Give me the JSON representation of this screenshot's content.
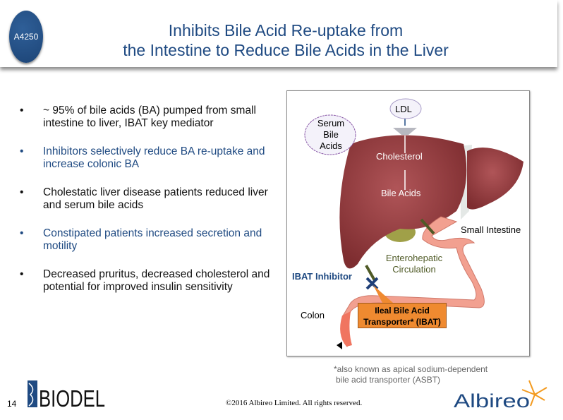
{
  "header": {
    "badge": "A4250",
    "title_line1": "Inhibits Bile Acid Re-uptake from",
    "title_line2": "the Intestine to Reduce Bile Acids in the Liver"
  },
  "bullets": [
    {
      "text": "~ 95% of bile acids (BA) pumped from small intestine to liver, IBAT key mediator",
      "color": "#111111"
    },
    {
      "text": "Inhibitors selectively reduce BA re-uptake and increase colonic BA",
      "color": "#1f4a82"
    },
    {
      "text": "Cholestatic liver disease patients reduced liver and serum bile acids",
      "color": "#111111"
    },
    {
      "text": "Constipated patients increased secretion and motility",
      "color": "#1f4a82"
    },
    {
      "text": "Decreased pruritus, decreased cholesterol and potential for improved insulin sensitivity",
      "color": "#111111"
    }
  ],
  "diagram": {
    "ldl": "LDL",
    "serum1": "Serum",
    "serum2": "Bile",
    "serum3": "Acids",
    "cholesterol": "Cholesterol",
    "bile_acids": "Bile Acids",
    "small_intestine": "Small Intestine",
    "entero1": "Enterohepatic",
    "entero2": "Circulation",
    "ibat_inhibitor": "IBAT Inhibitor",
    "colon": "Colon",
    "ibat1": "Ileal Bile Acid",
    "ibat2": "Transporter* (IBAT)"
  },
  "footnote": {
    "line1": "*also known as apical sodium-dependent",
    "line2": "bile acid transporter (ASBT)"
  },
  "footer": {
    "page": "14",
    "biodel_logo": "BIODEL",
    "copyright": "©2016 Albireo Limited.  All rights reserved.",
    "albireo_logo": "Albireo"
  },
  "colors": {
    "title": "#1f4a82",
    "liver": "#9c3f40",
    "intestine": "#f2a090",
    "orange": "#ef8a30",
    "arrow": "#4f5a26"
  }
}
